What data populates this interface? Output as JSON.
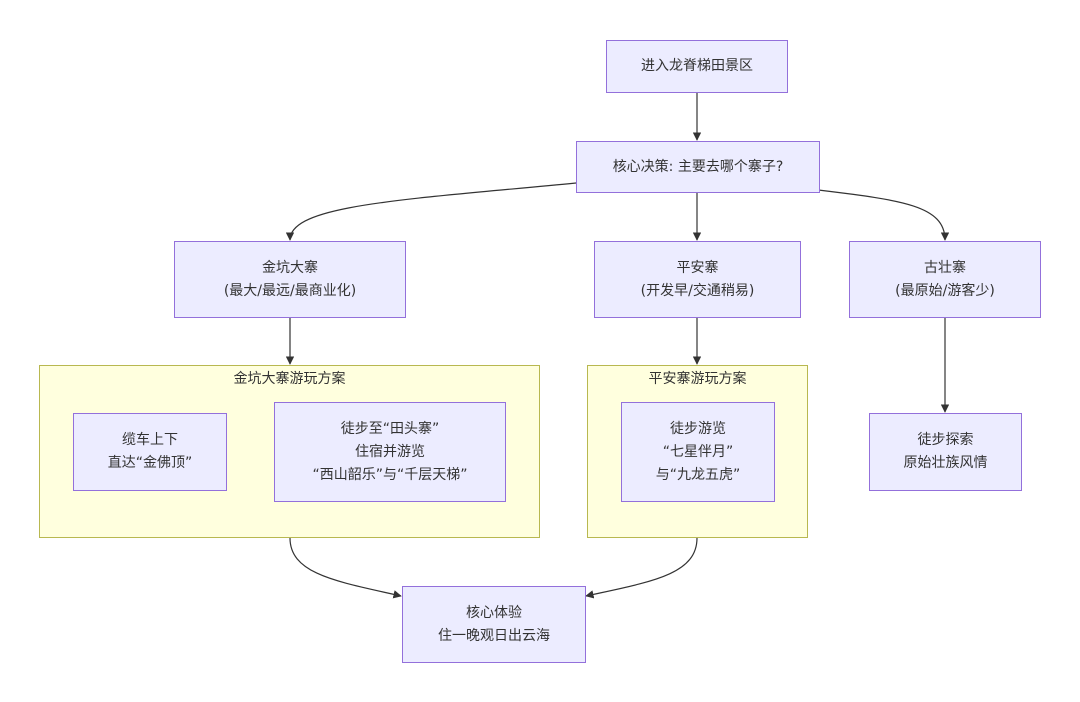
{
  "nodes": {
    "entry": {
      "lines": [
        "进入龙脊梯田景区"
      ]
    },
    "decision": {
      "lines": [
        "核心决策: 主要去哪个寨子?"
      ]
    },
    "jinkeng": {
      "lines": [
        "金坑大寨",
        "(最大/最远/最商业化)"
      ]
    },
    "pingan": {
      "lines": [
        "平安寨",
        "(开发早/交通稍易)"
      ]
    },
    "guzhuang": {
      "lines": [
        "古壮寨",
        "(最原始/游客少)"
      ]
    },
    "cable_car": {
      "lines": [
        "缆车上下",
        "直达“金佛顶”"
      ]
    },
    "hike_tiantou": {
      "lines": [
        "徒步至“田头寨”",
        "住宿并游览",
        "“西山韶乐”与“千层天梯”"
      ]
    },
    "hike_qixing": {
      "lines": [
        "徒步游览",
        "“七星伴月”",
        "与“九龙五虎”"
      ]
    },
    "hike_guzhuang": {
      "lines": [
        "徒步探索",
        "原始壮族风情"
      ]
    },
    "core_exp": {
      "lines": [
        "核心体验",
        "住一晚观日出云海"
      ]
    }
  },
  "clusters": {
    "jinkeng_plan": {
      "title": "金坑大寨游玩方案"
    },
    "pingan_plan": {
      "title": "平安寨游玩方案"
    }
  },
  "edges": [
    {
      "from": "entry",
      "to": "decision"
    },
    {
      "from": "decision",
      "to": "jinkeng"
    },
    {
      "from": "decision",
      "to": "pingan"
    },
    {
      "from": "decision",
      "to": "guzhuang"
    },
    {
      "from": "jinkeng",
      "to": "jinkeng_plan"
    },
    {
      "from": "pingan",
      "to": "pingan_plan"
    },
    {
      "from": "guzhuang",
      "to": "hike_guzhuang"
    },
    {
      "from": "jinkeng_plan",
      "to": "core_exp"
    },
    {
      "from": "pingan_plan",
      "to": "core_exp"
    }
  ],
  "colors": {
    "node_fill": "#ececff",
    "node_stroke": "#9370db",
    "cluster_fill": "#ffffde",
    "cluster_stroke": "#b8b850",
    "edge": "#333333"
  }
}
